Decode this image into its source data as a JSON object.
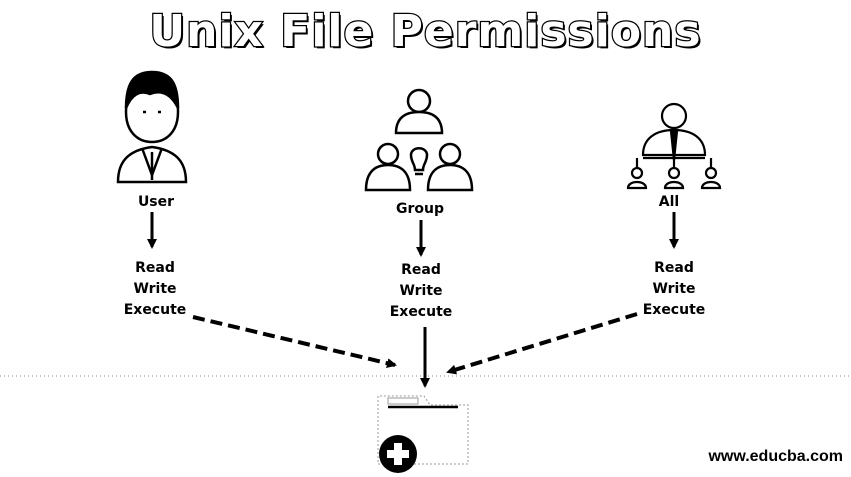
{
  "title": "Unix File Permissions",
  "roles": [
    {
      "label": "User",
      "icon": "user-icon",
      "permissions": [
        "Read",
        "Write",
        "Execute"
      ]
    },
    {
      "label": "Group",
      "icon": "group-icon",
      "permissions": [
        "Read",
        "Write",
        "Execute"
      ]
    },
    {
      "label": "All",
      "icon": "all-hierarchy-icon",
      "permissions": [
        "Read",
        "Write",
        "Execute"
      ]
    }
  ],
  "target_icon": "file-add-icon",
  "website": "www.educba.com"
}
